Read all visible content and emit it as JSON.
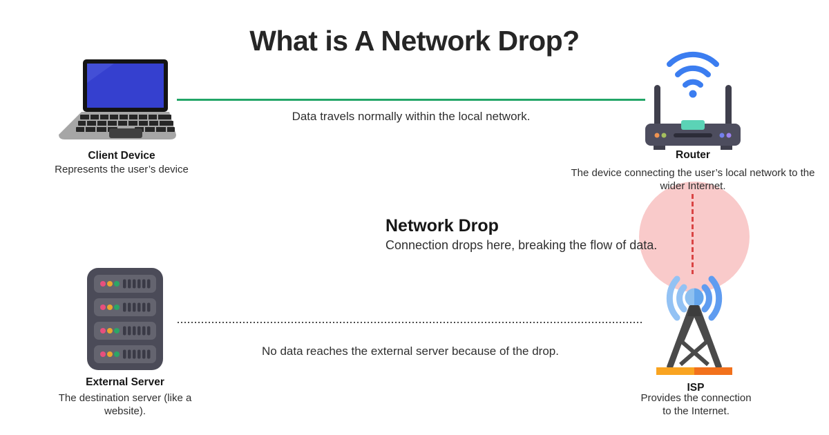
{
  "title": "What is A Network Drop?",
  "nodes": {
    "client": {
      "label": "Client Device",
      "caption": "Represents the user’s device"
    },
    "router": {
      "label": "Router",
      "caption": "The device connecting the user’s local network to the wider Internet."
    },
    "server": {
      "label": "External Server",
      "caption": "The destination server (like a website)."
    },
    "isp": {
      "label": "ISP",
      "caption": "Provides the connection to the Internet."
    }
  },
  "connections": {
    "local": {
      "caption": "Data travels normally within the local network.",
      "style": "solid-green"
    },
    "external": {
      "caption": "No data reaches the external server because of the drop.",
      "style": "dotted-gray"
    }
  },
  "drop": {
    "title": "Network Drop",
    "caption": "Connection drops here, breaking the flow of data."
  },
  "icons": {
    "client": "laptop-icon",
    "router": "wifi-router-icon",
    "server": "server-rack-icon",
    "isp": "radio-tower-icon"
  },
  "colors": {
    "background": "#ffffff",
    "title_text": "#262626",
    "body_text": "#2f2f2f",
    "local_line_green": "#22a567",
    "external_line_gray": "#4a4a4a",
    "drop_circle_pink": "#f9caca",
    "drop_dash_red": "#d94444",
    "wifi_blue": "#3b7df0",
    "laptop_screen_blue": "#3540cf",
    "router_body_gray": "#4d4d5e",
    "router_teal": "#5bd3b6",
    "server_body_gray": "#4b4b58",
    "tower_gray": "#4a4a4a",
    "isp_base_orange": "#f9a421",
    "isp_base_dark_orange": "#f2711c"
  }
}
